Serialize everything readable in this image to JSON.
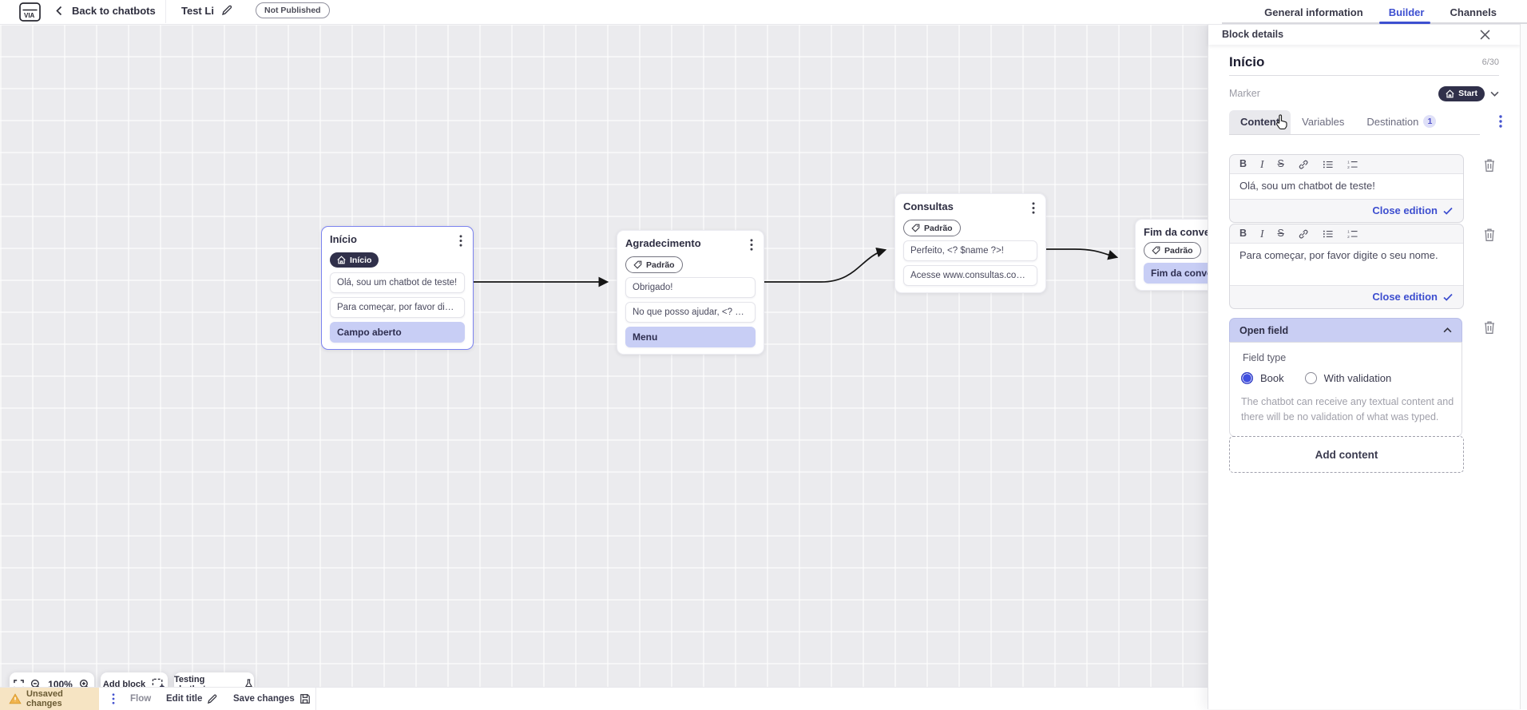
{
  "topbar": {
    "logo_text": "VIA",
    "back_label": "Back to chatbots",
    "title": "Test Li",
    "status_badge": "Not Published",
    "tabs": [
      {
        "label": "General information",
        "active": false
      },
      {
        "label": "Builder",
        "active": true
      },
      {
        "label": "Channels",
        "active": false
      }
    ]
  },
  "canvas": {
    "blocks": [
      {
        "title": "Início",
        "marker": "Início",
        "selected": true,
        "rows": [
          {
            "text": "Olá, sou um chatbot de teste!",
            "style": "message"
          },
          {
            "text": "Para começar, por favor digite o ...",
            "style": "message"
          },
          {
            "text": "Campo aberto",
            "style": "field"
          }
        ]
      },
      {
        "title": "Agradecimento",
        "tag": "Padrão",
        "rows": [
          {
            "text": "Obrigado!",
            "style": "message"
          },
          {
            "text": "No que posso ajudar, <? $name ...",
            "style": "message"
          },
          {
            "text": "Menu",
            "style": "field"
          }
        ]
      },
      {
        "title": "Consultas",
        "tag": "Padrão",
        "rows": [
          {
            "text": "Perfeito, <? $name ?>!",
            "style": "message"
          },
          {
            "text": "Acesse www.consultas.com par...",
            "style": "message"
          }
        ]
      },
      {
        "title": "Fim da conversa",
        "tag": "Padrão",
        "rows": [
          {
            "text": "Fim da conversa",
            "style": "field"
          }
        ]
      }
    ],
    "toolbar": {
      "zoom_level": "100%",
      "add_block_label": "Add block",
      "testing_label": "Testing chatbot"
    }
  },
  "panel": {
    "header": "Block details",
    "block_name": "Início",
    "name_counter": "6/30",
    "marker_label": "Marker",
    "marker_value": "Start",
    "tabs": [
      {
        "label": "Content",
        "active": true
      },
      {
        "label": "Variables",
        "active": false
      },
      {
        "label": "Destination",
        "active": false,
        "badge": "1"
      }
    ],
    "editors": [
      {
        "text": "Olá, sou um chatbot de teste!",
        "close_label": "Close edition"
      },
      {
        "text": "Para começar, por favor digite o seu nome.",
        "close_label": "Close edition"
      }
    ],
    "open_field": {
      "title": "Open field",
      "field_type_label": "Field type",
      "options": [
        {
          "label": "Book",
          "selected": true
        },
        {
          "label": "With validation",
          "selected": false
        }
      ],
      "description": "The chatbot can receive any textual content and there will be no validation of what was typed."
    },
    "add_content_label": "Add content"
  },
  "statusbar": {
    "unsaved": "Unsaved changes",
    "flow": "Flow",
    "edit_title": "Edit title",
    "save": "Save changes"
  },
  "colors": {
    "accent_blue": "#3d4ecf",
    "lavender_row": "#c8cef5",
    "open_field_header": "#c9cef3",
    "dark_pill": "#30304a",
    "canvas_bg": "#ebebee",
    "unsaved_bg": "#f6e4c3",
    "warning_orange": "#f0b34c",
    "selected_border": "#7b82ef"
  }
}
